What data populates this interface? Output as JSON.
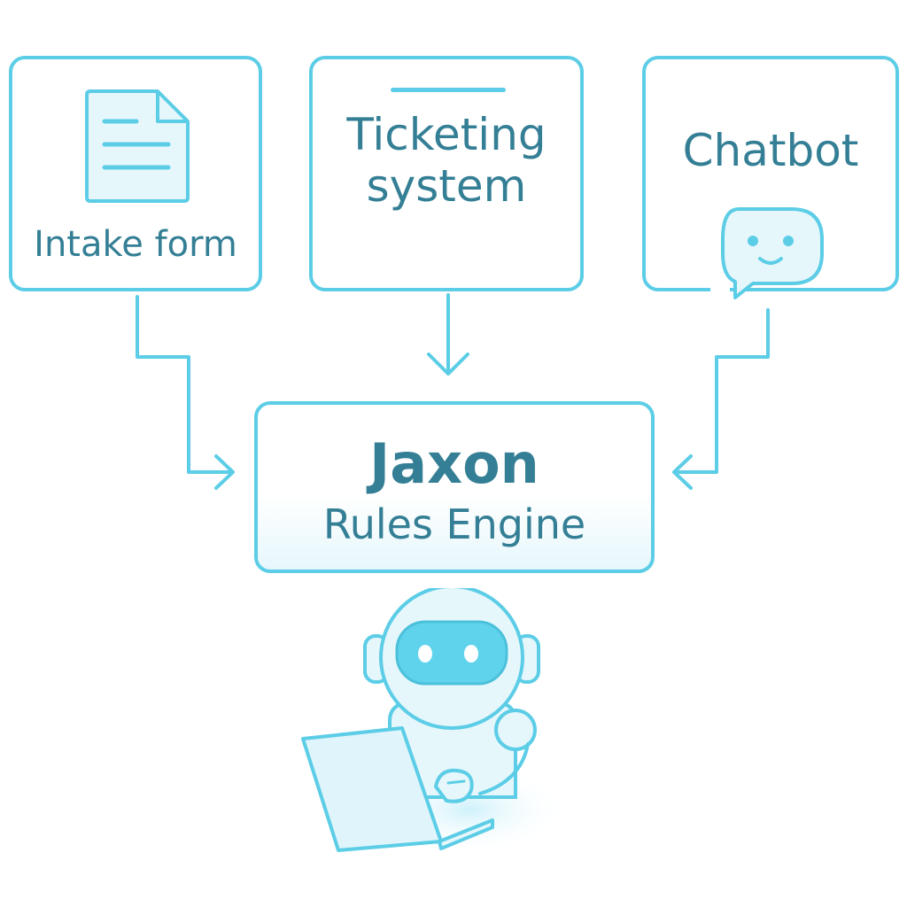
{
  "nodes": {
    "intake": {
      "label": "Intake form",
      "icon": "document-icon"
    },
    "ticketing": {
      "line1": "Ticketing",
      "line2": "system"
    },
    "chatbot": {
      "label": "Chatbot",
      "icon": "chat-bubble-icon"
    },
    "engine": {
      "title": "Jaxon",
      "subtitle": "Rules Engine"
    }
  },
  "illustration": {
    "icon": "robot-with-laptop"
  },
  "colors": {
    "stroke": "#5ccde6",
    "text": "#347f95",
    "fill": "#e6f7fc"
  }
}
